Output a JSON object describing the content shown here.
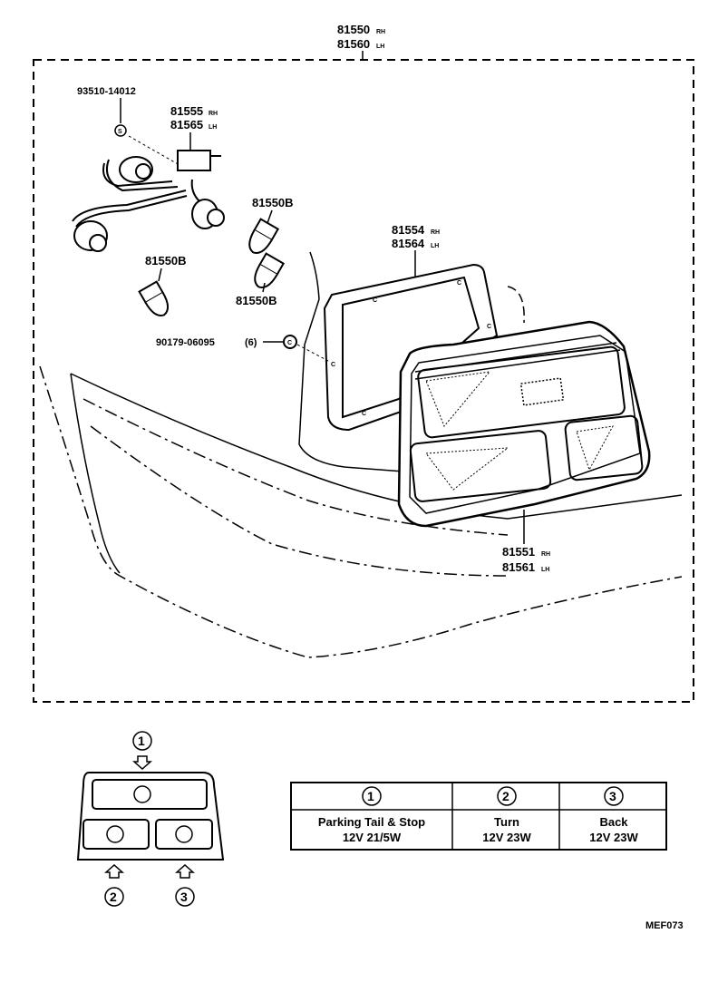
{
  "parts": {
    "assembly": {
      "num1": "81550",
      "sub1": "RH",
      "num2": "81560",
      "sub2": "LH"
    },
    "screw_top": "93510-14012",
    "socket": {
      "num1": "81555",
      "sub1": "RH",
      "num2": "81565",
      "sub2": "LH"
    },
    "bulb_a": "81550B",
    "bulb_b": "81550B",
    "bulb_c": "81550B",
    "gasket": {
      "num1": "81554",
      "sub1": "RH",
      "num2": "81564",
      "sub2": "LH"
    },
    "nut": "90179-06095",
    "nut_qty": "(6)",
    "lens": {
      "num1": "81551",
      "sub1": "RH",
      "num2": "81561",
      "sub2": "LH"
    }
  },
  "markers": {
    "screw": "S",
    "nut": "C"
  },
  "legend": {
    "headers": [
      "1",
      "2",
      "3"
    ],
    "rows": [
      {
        "line1": "Parking Tail & Stop",
        "line2": "12V 21/5W"
      },
      {
        "line1": "Turn",
        "line2": "12V 23W"
      },
      {
        "line1": "Back",
        "line2": "12V 23W"
      }
    ]
  },
  "lamp_callouts": [
    "1",
    "2",
    "3"
  ],
  "figure_code": "MEF073"
}
